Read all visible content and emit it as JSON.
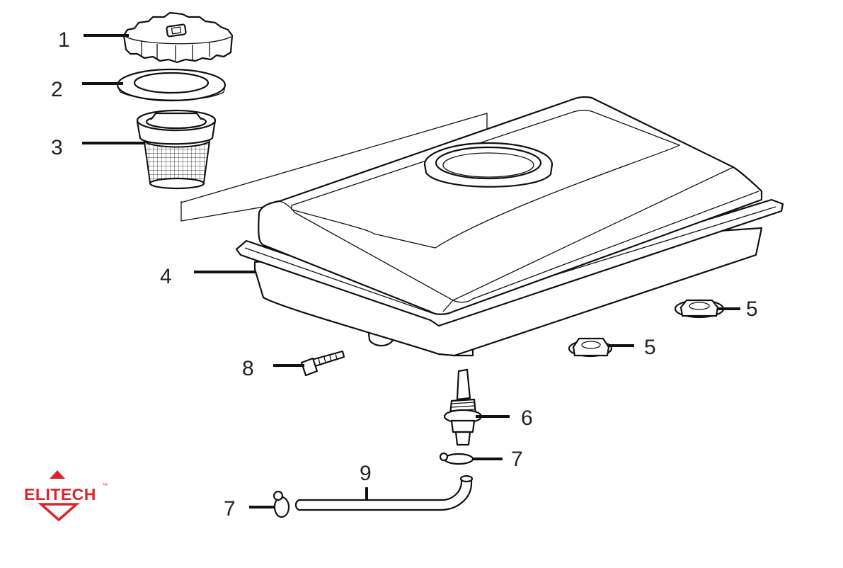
{
  "parts": [
    {
      "id": "cap",
      "callout": "1"
    },
    {
      "id": "cap-gasket",
      "callout": "2"
    },
    {
      "id": "strainer",
      "callout": "3"
    },
    {
      "id": "tank",
      "callout": "4"
    },
    {
      "id": "nut-right",
      "callout": "5"
    },
    {
      "id": "nut-left",
      "callout": "5"
    },
    {
      "id": "fuel-valve",
      "callout": "6"
    },
    {
      "id": "clip-upper",
      "callout": "7"
    },
    {
      "id": "clip-lower",
      "callout": "7"
    },
    {
      "id": "bolt",
      "callout": "8"
    },
    {
      "id": "fuel-hose",
      "callout": "9"
    }
  ],
  "logo": {
    "text": "ELITECH",
    "mark": "™",
    "color": "#d9262c"
  }
}
